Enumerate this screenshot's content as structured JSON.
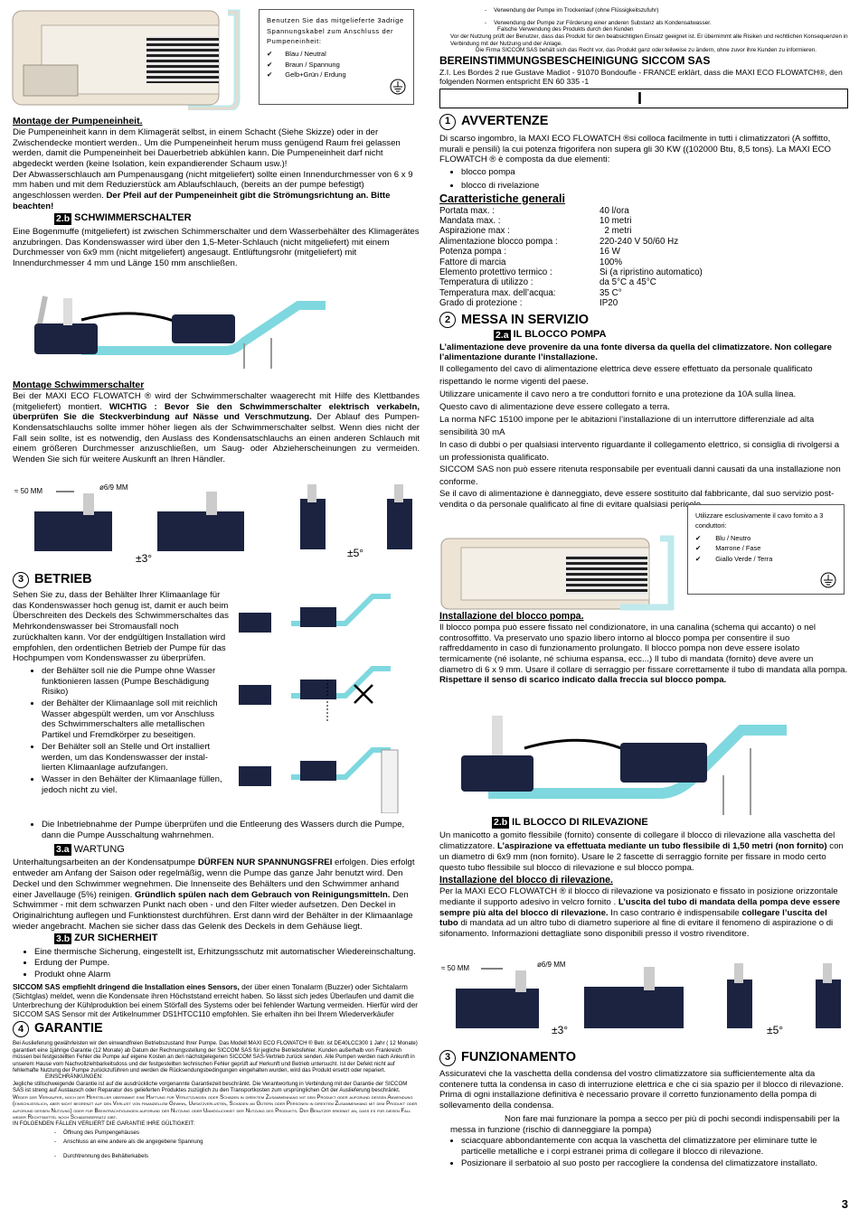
{
  "page_number": "3",
  "de": {
    "cable_box": {
      "intro": "Benutzen Sie das mitgelieferte 3adrige Spannungskabel zum Anschluss der Pumpeneinheit:",
      "wires": [
        "Blau / Neutral",
        "Braun / Spannung",
        "Gelb+Grün / Erdung"
      ]
    },
    "montage_title": "Montage der Pumpeneinheit.",
    "montage_text": "Die Pumpeneinheit kann in dem Klimagerät selbst, in einem Schacht (Siehe Skizze) oder in der Zwischendecke montiert werden.. Um die Pumpeneinheit herum muss genügend Raum frei gelassen werden, damit die Pumpeneinheit bei Dauerbetrieb abkühlen kann. Die Pumpeneinheit darf nicht abgedeckt werden (keine Isolation, kein expandierender Schaum usw.)!",
    "montage_text2": "Der Abwasserschlauch am Pumpenausgang (nicht mitgeliefert) sollte einen Innendurchmesser von 6 x 9 mm haben und mit dem Reduzierstück am Ablaufschlauch, (bereits an der pumpe befestigt) angeschlossen werden.",
    "montage_bold": "Der Pfeil auf der Pumpeneinheit gibt die Strömungsrichtung an. Bitte beachten!",
    "float_tag": "2.b",
    "float_title": "SCHWIMMERSCHALTER",
    "float_text": "Eine Bogenmuffe (mitgeliefert) ist zwischen Schimmerschalter und dem Wasserbehälter des Klimagerätes anzubringen. Das Kondenswasser wird über den 1,5-Meter-Schlauch (nicht mitgeliefert) mit einem Durchmesser von 6x9 mm (nicht mitgeliefert) angesaugt. Entlüftungsrohr (mitgeliefert) mit Innendurchmesser 4 mm und Länge 150 mm anschließen.",
    "float_mount_title": "Montage Schwimmerschalter",
    "float_mount_a": "Bei der MAXI ECO FLOWATCH ® wird der Schwimmerschalter waagerecht mit Hilfe des Klettbandes (mitgeliefert) montiert.",
    "float_mount_b": "WICHTIG : Bevor Sie den Schwimmerschalter elektrisch verkabeln, überprüfen Sie die Steckverbindung auf Nässe und Verschmutzung.",
    "float_mount_c": "Der Ablauf des Pumpen-Kondensatschlauchs sollte immer höher liegen als der Schwimmerschalter selbst. Wenn dies nicht der Fall sein sollte, ist es notwendig, den Auslass des Kondensatschlauchs an einen anderen Schlauch mit einem größeren Durchmesser anzuschließen, um Saug- oder Abzieherscheinungen zu vermeiden. Wenden Sie sich für weitere Auskunft an Ihren Händler.",
    "diagram": {
      "len": "≈ 50 MM",
      "dia": "ø6/9 MM",
      "tilt1": "±3°",
      "tilt2": "±5°"
    },
    "betrieb_num": "3",
    "betrieb_title": "BETRIEB",
    "betrieb_text": "Sehen Sie zu, dass der Behälter Ihrer Klimaanlage für das Kondenswasser hoch genug ist, damit er auch beim Überschreiten des Deckels des Schwimmerschaltes das Mehrkondenswasser bei Stromausfall noch zurückhalten kann. Vor der endgültigen Installation wird empfohlen, den ordentlichen Betrieb der Pumpe für das Hochpumpen vom Kondenswasser zu überprüfen.",
    "betrieb_items": [
      "der Behälter soll nie die Pumpe ohne Wasser funktionieren lassen (Pumpe Beschädigung Risiko)",
      "der Behälter der Klimaanlage soll mit reichlich Wasser abgespült werden, um vor Anschluss des Schwimmerschalters alle metallischen Partikel und Fremdkörper zu beseitigen.",
      "Der Behälter soll an Stelle und Ort installiert werden, um das Kondenswasser der instal-lierten Klimaanlage aufzufangen.",
      "Wasser in den Behälter der Klimaanlage füllen, jedoch nicht zu viel.",
      "Die Inbetriebnahme der Pumpe überprüfen und die Entleerung des Wassers durch die Pumpe, dann die Pumpe Ausschaltung wahrnehmen."
    ],
    "wartung_tag": "3.a",
    "wartung_title": "WARTUNG",
    "wartung_a": "Unterhaltungsarbeiten an der Kondensatpumpe",
    "wartung_b": "DÜRFEN NUR SPANNUNGSFREI",
    "wartung_c": "erfolgen. Dies erfolgt entweder am Anfang der Saison oder regelmäßig, wenn die Pumpe das ganze Jahr benutzt wird. Den Deckel und den Schwimmer wegnehmen. Die Innenseite des Behälters und den Schwimmer anhand einer Javellauge (5%) reinigen.",
    "wartung_d": "Gründlich spülen nach dem Gebrauch von Reinigungsmitteln.",
    "wartung_e": "Den Schwimmer - mit dem schwarzen Punkt nach oben - und den Filter wieder aufsetzen. Den Deckel in Originalrichtung auflegen und Funktionstest durchführen. Erst dann wird der Behälter in der Klimaanlage wieder angebracht. Machen sie sicher dass das Gelenk des Deckels in dem Gehäuse liegt.",
    "sicher_tag": "3.b",
    "sicher_title": "ZUR SICHERHEIT",
    "sicher_items": [
      "Eine thermische Sicherung, eingestellt ist, Erhitzungsschutz mit automatischer Wiedereinschaltung.",
      "Erdung der Pumpe.",
      "Produkt ohne Alarm"
    ],
    "sicher_bold": "SICCOM SAS empfiehlt dringend die Installation eines Sensors,",
    "sicher_text": "der über einen Tonalarm (Buzzer) oder Sichtalarm (Sichtglas) meldet, wenn die Kondensate ihren Höchststand erreicht haben. So lässt sich jedes Überlaufen und damit die Unterbrechung der Kühlproduktion bei einem Störfall des Systems oder bei fehlender Wartung vermeiden. Hierfür wird der SICCOM SAS Sensor mit der Artikelnummer DS1HTCC110 empfohlen. Sie erhalten ihn bei Ihrem Wiederverkäufer",
    "garantie_num": "4",
    "garantie_title": "GARANTIE",
    "garantie_text": "Bei Auslieferung gewährleisten wir den einwandfreien Betriebszustand Ihrer Pumpe. Das Modell MAXI ECO FLOWATCH ® Betr. ist DE40LCC300 1 Jahr ( 12 Monate) garantiert eine 1jährige Garantie (12 Monate) ab Datum der Rechnungsstellung der SICCOM SAS für jegliche Betriebsfehler. Kunden außerhalb von Frankreich müssen bei festgestellten Fehler die Pumpe auf eigene Kosten an den nächstgelegenen SICCOM SAS-Vertrieb zurück senden. Alle Pumpen werden nach Ankunft in unserem Hause vom Nachvollziehbarkeitsdoss und der festgestellten technischen Fehler geprüft auf Herkunft und Betrieb untersucht. Ist der Defekt nicht auf fehlerhafte Nutzung der Pumpe zurückzuführen und werden die Rücksendungsbedingungen eingehalten wurden, wird das Produkt ersetzt oder repariert.",
    "einschr_title": "EINSCHRÄNKUNGEN:",
    "einschr_text": "Jegliche stillschweigende Garantie ist auf die ausdrückliche vorgenannte Garantiezeit beschränkt. Die Verantwortung in Verbindung mit der Garantie der SICCOM SAS ist streng auf Austausch oder Reparatur des gelieferten Produktes zuzüglich zu den Transportkosten zum ursprünglichen Ort der Auslieferung beschränkt.",
    "einschr_caps": "Weder der Verkäufer, noch der Hersteller übernimmt eine Haftung für Verletzungen oder Schäden in direktem Zusammenhang mit dem Produkt oder aufgrund dessen Anwendung (einschließlich, aber nicht begrenzt auf den Verlust von finanziellem Gewinn, Umsatzverlusten, Schäden an Gütern oder Personen in direktem Zusammenhang mit dem Produkt oder aufgrund dessen Nutzung) oder für Beeinträchtigungen aufgrund der Nutzung oder Unmöglichkeit der Nutzung des Produkts. Der Benutzer erkennt an, dass es für diesen Fall weder Rechtsmittel noch Schadensersatz gibt.",
    "nogar_title": "IN FOLGENDEN FÄLLEN VERLIERT DIE GARANTIE IHRE GÜLTIGKEIT:",
    "nogar_items": [
      "Öffnung des Pumpengehäuses",
      "Anschluss an eine andere als die angegebene Spannung",
      "Durchtrennung des Behälterkabels"
    ],
    "nogar_more": [
      "Verwendung der Pumpe im Trockenlauf (ohne Flüssigkeitszufuhr)",
      "Verwendung der Pumpe zur Förderung einer anderen Substanz als Kondensatwasser.",
      "Falsche Verwendung des Produkts durch den Kunden"
    ],
    "nogar_note1": "Vor der Nutzung prüft der Benutzer, dass das Produkt für den beabsichtigten Einsatz geeignet ist. Er übernimmt alle Risiken und rechtlichen Konsequenzen in Verbindung mit der Nutzung und der Anlage.",
    "nogar_note2": "Die Firma SICCOM SAS behält sich das Recht vor, das Produkt ganz oder teilweise zu ändern, ohne zuvor ihre Kunden zu informieren.",
    "conf_title": "BEREINSTIMMUNGSBESCHEINIGUNG SICCOM SAS",
    "conf_text": "Z.I. Les Bordes 2 rue Gustave Madiot - 91070 Bondoufle - FRANCE erklärt, dass die MAXI ECO FLOWATCH®, den folgenden Normen entspricht  EN 60 335 -1"
  },
  "it": {
    "box_letter": "I",
    "avv_num": "1",
    "avv_title": "AVVERTENZE",
    "avv_text": "Di scarso ingombro, la MAXI ECO FLOWATCH ®si colloca facilmente in tutti i climatizzatori (A soffitto, murali e pensili) la cui potenza frigorifera non supera gli 30 KW ((102000 Btu, 8,5 tons). La MAXI ECO FLOWATCH ® è composta da due elementi:",
    "avv_items": [
      "blocco pompa",
      "blocco di rivelazione"
    ],
    "car_title": "Caratteristiche generali",
    "specs": [
      {
        "k": "Portata max. :",
        "v": "40 l/ora"
      },
      {
        "k": "Mandata max. :",
        "v": "10 metri"
      },
      {
        "k": "Aspirazione max :",
        "v": "  2 metri"
      },
      {
        "k": "Alimentazione blocco pompa :",
        "v": "220-240 V 50/60 Hz"
      },
      {
        "k": "Potenza pompa :",
        "v": "16 W"
      },
      {
        "k": "Fattore di marcia",
        "v": "100%"
      },
      {
        "k": "Elemento protettivo termico :",
        "v": "Si (a ripristino automatico)"
      },
      {
        "k": "Temperatura di utilizzo :",
        "v": "da 5°C a 45°C"
      },
      {
        "k": "Temperatura max. dell’acqua:",
        "v": "35 C°"
      },
      {
        "k": "Grado di protezione :",
        "v": "IP20"
      }
    ],
    "messa_num": "2",
    "messa_title": "MESSA IN SERVIZIO",
    "pompa_tag": "2.a",
    "pompa_title": "IL BLOCCO POMPA",
    "pompa_a": "L’alimentazione deve provenire da una fonte diversa da quella del climatizzatore.",
    "pompa_b": "Non collegare l’alimentazione durante l’installazione.",
    "pompa_p1": "Il collegamento del cavo di alimentazione elettrica deve essere effettuato da personale qualificato rispettando le norme vigenti del paese.",
    "pompa_p2": "Utilizzare unicamente il cavo nero a tre conduttori fornito e una protezione da 10A sulla linea.",
    "pompa_p3": "Questo cavo di alimentazione deve essere collegato a terra.",
    "pompa_p4": "La norma NFC 15100 impone per le abitazioni l’installazione di un interruttore differenziale ad alta sensibilità 30 mA",
    "pompa_p5": "In caso di dubbi o per qualsiasi intervento riguardante  il collegamento elettrico, si consiglia di rivolgersi a un professionista qualificato.",
    "pompa_p6": "SICCOM SAS non può essere ritenuta responsabile per eventuali danni causati da una installazione non conforme.",
    "pompa_p7": "Se il cavo di alimentazione è danneggiato, deve essere sostituito dal fabbricante, dal suo servizio post-vendita o da personale qualificato al fine di evitare qualsiasi pericolo.",
    "cable_box": {
      "intro": "Utilizzare esclusivamente il cavo fornito a 3 conduttori:",
      "wires": [
        "Blu / Neutro",
        "Marrone / Fase",
        "Giallo Verde / Terra"
      ]
    },
    "inst_title": "Installazione del blocco pompa.",
    "inst_text": "Il blocco pompa può essere fissato nel condizionatore, in una canalina (schema qui accanto) o nel controsoffitto.  Va preservato uno spazio libero  intorno al blocco pompa per consentire il suo raffreddamento in caso di funzionamento prolungato. Il blocco pompa non deve essere isolato termicamente (né isolante, né schiuma espansa, ecc...) Il tubo di mandata (fornito) deve avere un diametro di 6 x 9 mm. Usare il collare di serraggio per fissare correttamente il tubo di mandata alla pompa.",
    "inst_bold": "Rispettare il senso di scarico indicato dalla freccia sul blocco pompa.",
    "riv_tag": "2.b",
    "riv_title": "IL BLOCCO DI RILEVAZIONE",
    "riv_a": "Un manicotto a gomito flessibile (fornito) consente di collegare il blocco di rilevazione alla vaschetta del climatizzatore.",
    "riv_b": "L’aspirazione va effettuata mediante un tubo flessibile di 1,50 metri (non fornito)",
    "riv_c": "con un diametro di  6x9 mm (non fornito). Usare le 2 fascette di serraggio fornite per fissare in modo certo questo tubo flessibile sul  blocco di rilevazione e sul blocco pompa.",
    "rivinst_title": "Installazione del blocco di rilevazione.",
    "rivinst_a": "Per la MAXI ECO FLOWATCH ® il blocco di rilevazione va posizionato e fissato in posizione orizzontale mediante il supporto adesivo in velcro fornito .",
    "rivinst_b": "L’uscita del tubo di mandata della pompa deve essere sempre più alta del blocco di rilevazione.",
    "rivinst_c": "In caso contrario è indispensabile",
    "rivinst_d": "collegare l’uscita del tubo",
    "rivinst_e": "di mandata ad un altro tubo di diametro superiore al fine di evitare il fenomeno di aspirazione o di sifonamento. Informazioni dettagliate sono disponibili presso il vostro rivenditore.",
    "diagram": {
      "len": "≈ 50 MM",
      "dia": "ø6/9 MM",
      "tilt1": "±3°",
      "tilt2": "±5°"
    },
    "funz_num": "3",
    "funz_title": "FUNZIONAMENTO",
    "funz_text": "Assicuratevi che la vaschetta della condensa del vostro climatizzatore sia sufficientemente  alta da contenere  tutta la condensa in caso di interruzione elettrica e che ci sia spazio per il blocco di rilevazione. Prima di ogni installazione definitiva è necessario provare il corretto funzionamento della pompa di sollevamento della condensa.",
    "funz_items": [
      "Non fare mai funzionare la pompa a secco per più di pochi secondi indispensabili per la messa in funzione  (rischio di danneggiare la pompa)",
      "sciacquare abbondantemente con acqua la vaschetta del climatizzatore per eliminare tutte le particelle metalliche e  i corpi estranei prima di  collegare il blocco di rilevazione.",
      "Posizionare il serbatoio al suo posto per raccogliere la condensa del climatizzatore installato."
    ]
  }
}
